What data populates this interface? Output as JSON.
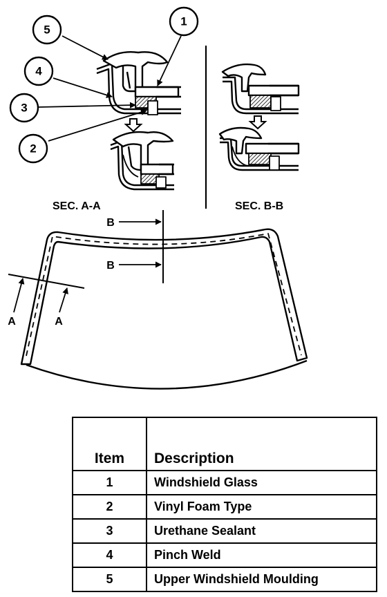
{
  "callouts": [
    "1",
    "2",
    "3",
    "4",
    "5"
  ],
  "section_labels": {
    "a": "SEC. A-A",
    "b": "SEC. B-B"
  },
  "cut_markers": {
    "a": "A",
    "b": "B"
  },
  "table": {
    "headers": {
      "item": "Item",
      "description": "Description"
    },
    "rows": [
      {
        "item": "1",
        "description": "Windshield Glass"
      },
      {
        "item": "2",
        "description": "Vinyl Foam Type"
      },
      {
        "item": "3",
        "description": "Urethane Sealant"
      },
      {
        "item": "4",
        "description": "Pinch Weld"
      },
      {
        "item": "5",
        "description": "Upper Windshield Moulding"
      }
    ]
  }
}
